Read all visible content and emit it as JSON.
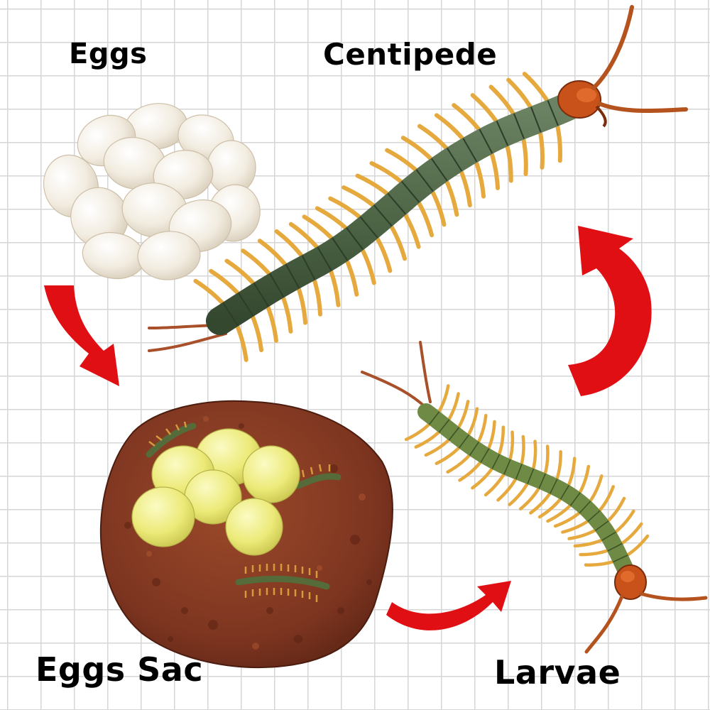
{
  "labels": {
    "eggs": "Eggs",
    "centipede": "Centipede",
    "eggs_sac": "Eggs Sac",
    "larvae": "Larvae"
  },
  "colors": {
    "arrow": "#e00f14",
    "centipede_body": "#4f6747",
    "larva_body": "#6f8a45",
    "legs": "#e6a93e",
    "head": "#c8521a",
    "egg_white": "#f3ede2",
    "egg_yellow": "#eceb72",
    "sac_brown": "#8e3d23"
  },
  "icons": [
    "eggs-cluster",
    "adult-centipede",
    "egg-sac",
    "larva-centipede",
    "cycle-arrow"
  ]
}
